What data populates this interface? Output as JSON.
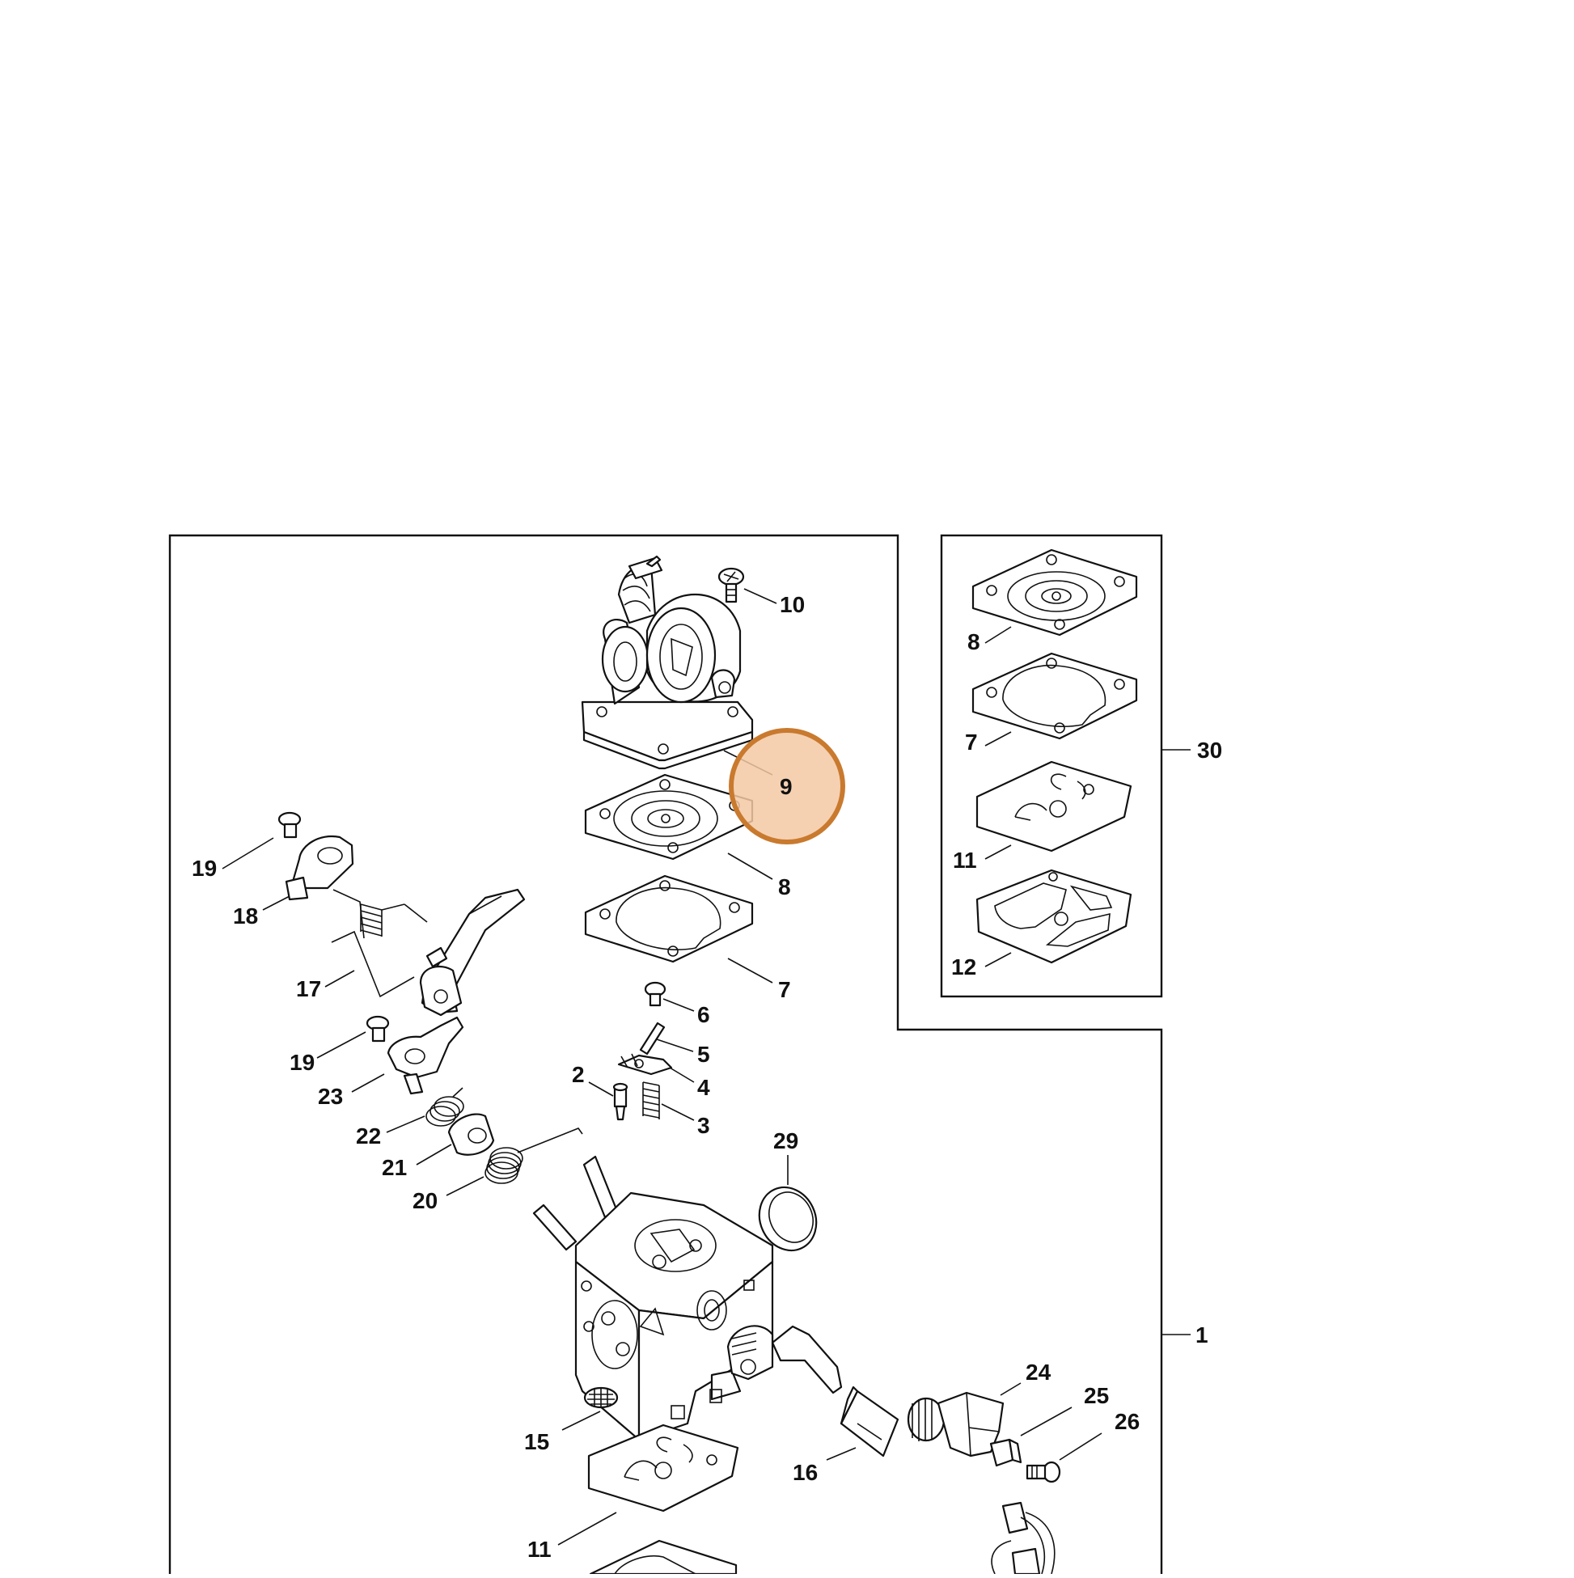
{
  "diagram": {
    "highlight_color": "#c97a2e",
    "highlight_fill": "#f3c9a4",
    "labels": [
      {
        "id": "lbl-10",
        "text": "10"
      },
      {
        "id": "lbl-9",
        "text": "9"
      },
      {
        "id": "lbl-8a",
        "text": "8"
      },
      {
        "id": "lbl-7a",
        "text": "7"
      },
      {
        "id": "lbl-6",
        "text": "6"
      },
      {
        "id": "lbl-5",
        "text": "5"
      },
      {
        "id": "lbl-4",
        "text": "4"
      },
      {
        "id": "lbl-3",
        "text": "3"
      },
      {
        "id": "lbl-2",
        "text": "2"
      },
      {
        "id": "lbl-19a",
        "text": "19"
      },
      {
        "id": "lbl-18",
        "text": "18"
      },
      {
        "id": "lbl-17",
        "text": "17"
      },
      {
        "id": "lbl-19b",
        "text": "19"
      },
      {
        "id": "lbl-23",
        "text": "23"
      },
      {
        "id": "lbl-22",
        "text": "22"
      },
      {
        "id": "lbl-21",
        "text": "21"
      },
      {
        "id": "lbl-20",
        "text": "20"
      },
      {
        "id": "lbl-29",
        "text": "29"
      },
      {
        "id": "lbl-15",
        "text": "15"
      },
      {
        "id": "lbl-16",
        "text": "16"
      },
      {
        "id": "lbl-24",
        "text": "24"
      },
      {
        "id": "lbl-25",
        "text": "25"
      },
      {
        "id": "lbl-26",
        "text": "26"
      },
      {
        "id": "lbl-11a",
        "text": "11"
      },
      {
        "id": "lbl-1",
        "text": "1"
      },
      {
        "id": "lbl-8b",
        "text": "8"
      },
      {
        "id": "lbl-7b",
        "text": "7"
      },
      {
        "id": "lbl-11b",
        "text": "11"
      },
      {
        "id": "lbl-12",
        "text": "12"
      },
      {
        "id": "lbl-30",
        "text": "30"
      }
    ]
  }
}
